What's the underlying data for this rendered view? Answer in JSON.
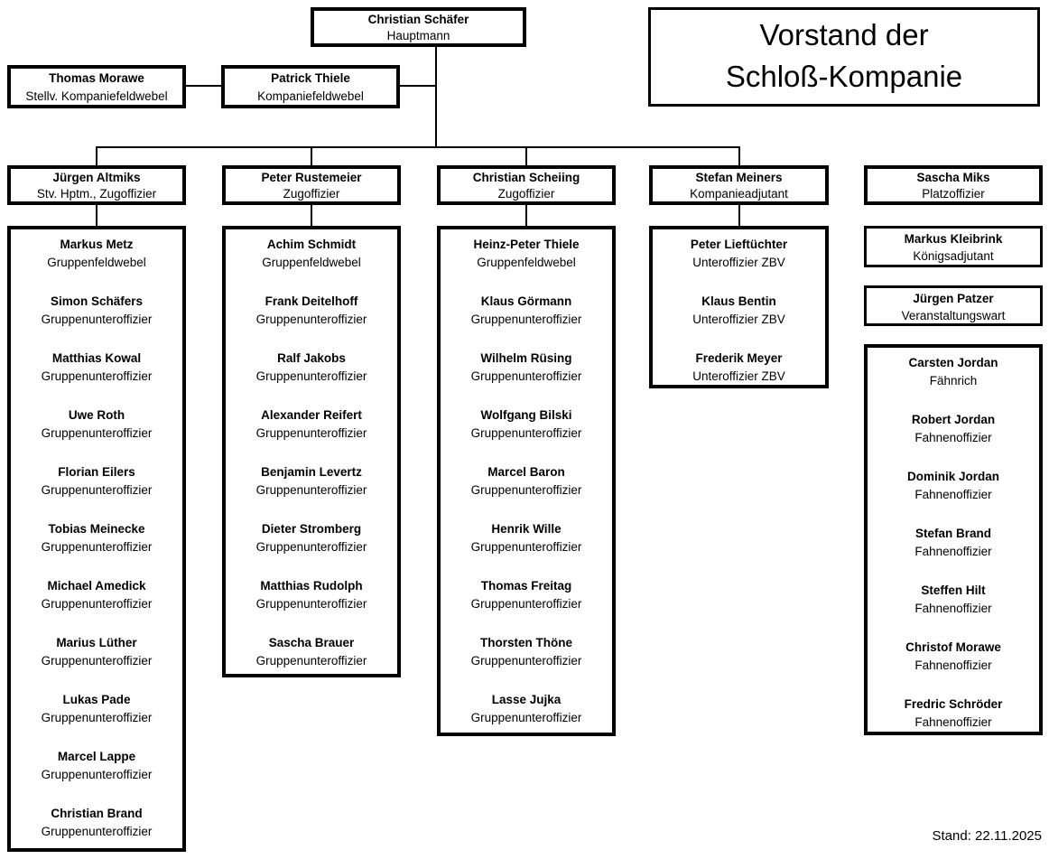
{
  "title": {
    "line1": "Vorstand der",
    "line2": "Schloß-Kompanie"
  },
  "footer": {
    "stand": "Stand: 22.11.2025"
  },
  "top": {
    "hauptmann": {
      "name": "Christian Schäfer",
      "role": "Hauptmann"
    },
    "stellv_feldwebel": {
      "name": "Thomas Morawe",
      "role": "Stellv. Kompaniefeldwebel"
    },
    "feldwebel": {
      "name": "Patrick Thiele",
      "role": "Kompaniefeldwebel"
    }
  },
  "leaders": [
    {
      "name": "Jürgen Altmiks",
      "role": "Stv. Hptm., Zugoffizier"
    },
    {
      "name": "Peter Rustemeier",
      "role": "Zugoffizier"
    },
    {
      "name": "Christian Scheiing",
      "role": "Zugoffizier"
    },
    {
      "name": "Stefan Meiners",
      "role": "Kompanieadjutant"
    },
    {
      "name": "Sascha Miks",
      "role": "Platzoffizier"
    }
  ],
  "groups": {
    "zug1": [
      {
        "name": "Markus Metz",
        "role": "Gruppenfeldwebel"
      },
      {
        "name": "Simon Schäfers",
        "role": "Gruppenunteroffizier"
      },
      {
        "name": "Matthias Kowal",
        "role": "Gruppenunteroffizier"
      },
      {
        "name": "Uwe Roth",
        "role": "Gruppenunteroffizier"
      },
      {
        "name": "Florian Eilers",
        "role": "Gruppenunteroffizier"
      },
      {
        "name": "Tobias Meinecke",
        "role": "Gruppenunteroffizier"
      },
      {
        "name": "Michael Amedick",
        "role": "Gruppenunteroffizier"
      },
      {
        "name": "Marius Lüther",
        "role": "Gruppenunteroffizier"
      },
      {
        "name": "Lukas Pade",
        "role": "Gruppenunteroffizier"
      },
      {
        "name": "Marcel Lappe",
        "role": "Gruppenunteroffizier"
      },
      {
        "name": "Christian Brand",
        "role": "Gruppenunteroffizier"
      }
    ],
    "zug2": [
      {
        "name": "Achim Schmidt",
        "role": "Gruppenfeldwebel"
      },
      {
        "name": "Frank Deitelhoff",
        "role": "Gruppenunteroffizier"
      },
      {
        "name": "Ralf Jakobs",
        "role": "Gruppenunteroffizier"
      },
      {
        "name": "Alexander Reifert",
        "role": "Gruppenunteroffizier"
      },
      {
        "name": "Benjamin Levertz",
        "role": "Gruppenunteroffizier"
      },
      {
        "name": "Dieter Stromberg",
        "role": "Gruppenunteroffizier"
      },
      {
        "name": "Matthias Rudolph",
        "role": "Gruppenunteroffizier"
      },
      {
        "name": "Sascha Brauer",
        "role": "Gruppenunteroffizier"
      }
    ],
    "zug3": [
      {
        "name": "Heinz-Peter Thiele",
        "role": "Gruppenfeldwebel"
      },
      {
        "name": "Klaus Görmann",
        "role": "Gruppenunteroffizier"
      },
      {
        "name": "Wilhelm Rüsing",
        "role": "Gruppenunteroffizier"
      },
      {
        "name": "Wolfgang Bilski",
        "role": "Gruppenunteroffizier"
      },
      {
        "name": "Marcel Baron",
        "role": "Gruppenunteroffizier"
      },
      {
        "name": "Henrik Wille",
        "role": "Gruppenunteroffizier"
      },
      {
        "name": "Thomas Freitag",
        "role": "Gruppenunteroffizier"
      },
      {
        "name": "Thorsten Thöne",
        "role": "Gruppenunteroffizier"
      },
      {
        "name": "Lasse Jujka",
        "role": "Gruppenunteroffizier"
      }
    ],
    "adjutantur": [
      {
        "name": "Peter Lieftüchter",
        "role": "Unteroffizier ZBV"
      },
      {
        "name": "Klaus Bentin",
        "role": "Unteroffizier ZBV"
      },
      {
        "name": "Frederik Meyer",
        "role": "Unteroffizier ZBV"
      }
    ],
    "koenigsadjutant": [
      {
        "name": "Markus Kleibrink",
        "role": "Königsadjutant"
      }
    ],
    "veranstaltungswart": [
      {
        "name": "Jürgen Patzer",
        "role": "Veranstaltungswart"
      }
    ],
    "fahnengruppe": [
      {
        "name": "Carsten Jordan",
        "role": "Fähnrich"
      },
      {
        "name": "Robert Jordan",
        "role": "Fahnenoffizier"
      },
      {
        "name": "Dominik Jordan",
        "role": "Fahnenoffizier"
      },
      {
        "name": "Stefan Brand",
        "role": "Fahnenoffizier"
      },
      {
        "name": "Steffen Hilt",
        "role": "Fahnenoffizier"
      },
      {
        "name": "Christof Morawe",
        "role": "Fahnenoffizier"
      },
      {
        "name": "Fredric Schröder",
        "role": "Fahnenoffizier"
      }
    ]
  },
  "colors": {
    "line": "#000000",
    "background": "#ffffff"
  }
}
